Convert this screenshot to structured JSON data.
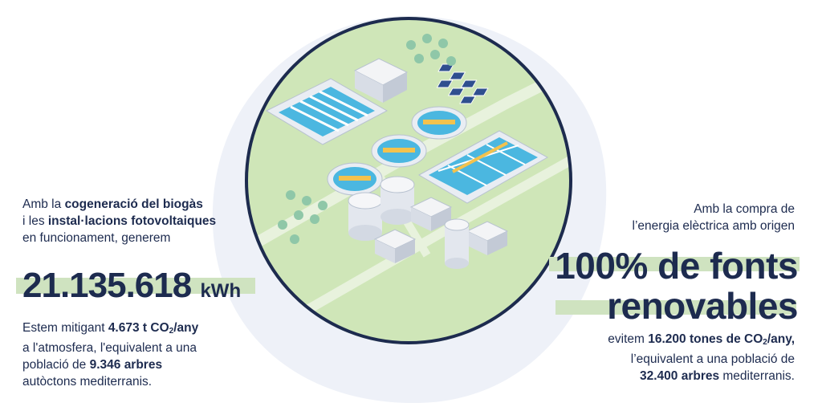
{
  "left": {
    "intro_a": "Amb la ",
    "intro_b": "cogeneració del biogàs",
    "intro_c": "i les ",
    "intro_d": "instal·lacions fotovoltaiques",
    "intro_e": "en funcionament, generem",
    "figure_value": "21.135.618",
    "figure_unit": "kWh",
    "p_a": "Estem mitigant ",
    "p_b": "4.673 t CO",
    "p_sub": "2",
    "p_c": "/any",
    "p_d": "a l'atmosfera, l'equivalent a una",
    "p_e": "població de ",
    "p_f": "9.346 arbres",
    "p_g": "autòctons mediterranis."
  },
  "right": {
    "intro_1": "Amb la compra de",
    "intro_2": "l’energia elèctrica amb origen",
    "headline_1": "100% de fonts",
    "headline_2": "renovables",
    "p_a": "evitem ",
    "p_b": "16.200 tones de CO",
    "p_sub": "2",
    "p_c": "/any,",
    "p_d": "l’equivalent a una població de",
    "p_e": "32.400 arbres",
    "p_f": " mediterranis."
  },
  "colors": {
    "navy": "#1d2b4f",
    "highlight_green": "#cfe3c0",
    "field_green": "#cfe6b8",
    "water_blue": "#4bb7e0",
    "background_blob": "#eef1f8"
  }
}
